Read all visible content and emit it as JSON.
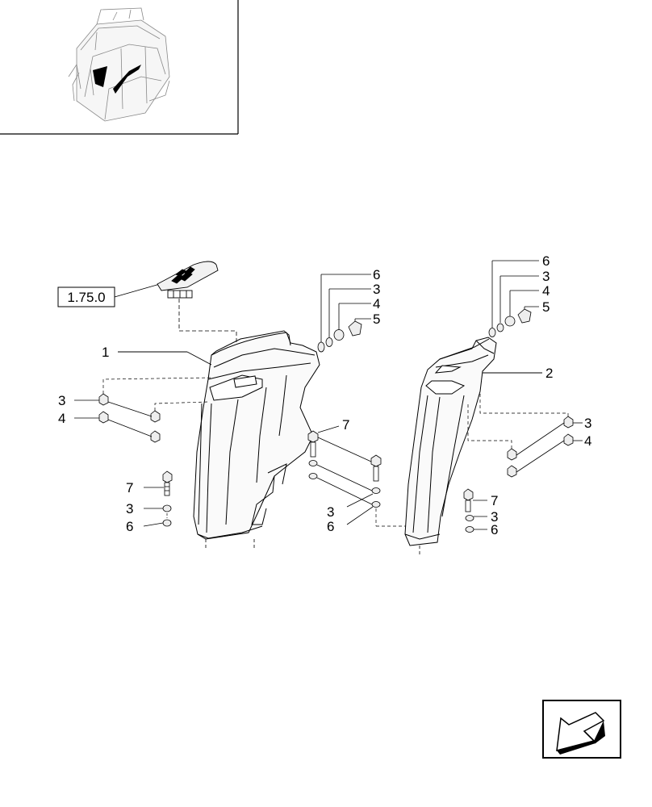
{
  "reference_box": {
    "label": "1.75.0"
  },
  "callouts": {
    "part_1": "1",
    "part_2": "2",
    "left_top_6": "6",
    "left_top_3": "3",
    "left_top_4": "4",
    "left_top_5": "5",
    "right_top_6": "6",
    "right_top_3": "3",
    "right_top_4": "4",
    "right_top_5": "5",
    "left_side_3": "3",
    "left_side_4": "4",
    "left_bottom_7": "7",
    "left_bottom_3": "3",
    "left_bottom_6": "6",
    "center_7": "7",
    "center_3": "3",
    "center_6": "6",
    "right_side_3": "3",
    "right_side_4": "4",
    "right_bottom_7": "7",
    "right_bottom_3": "3",
    "right_bottom_6": "6"
  },
  "icons": {
    "location_thumbnail": "tractor-cab-location-icon",
    "nav_arrow": "previous-page-arrow-icon"
  }
}
